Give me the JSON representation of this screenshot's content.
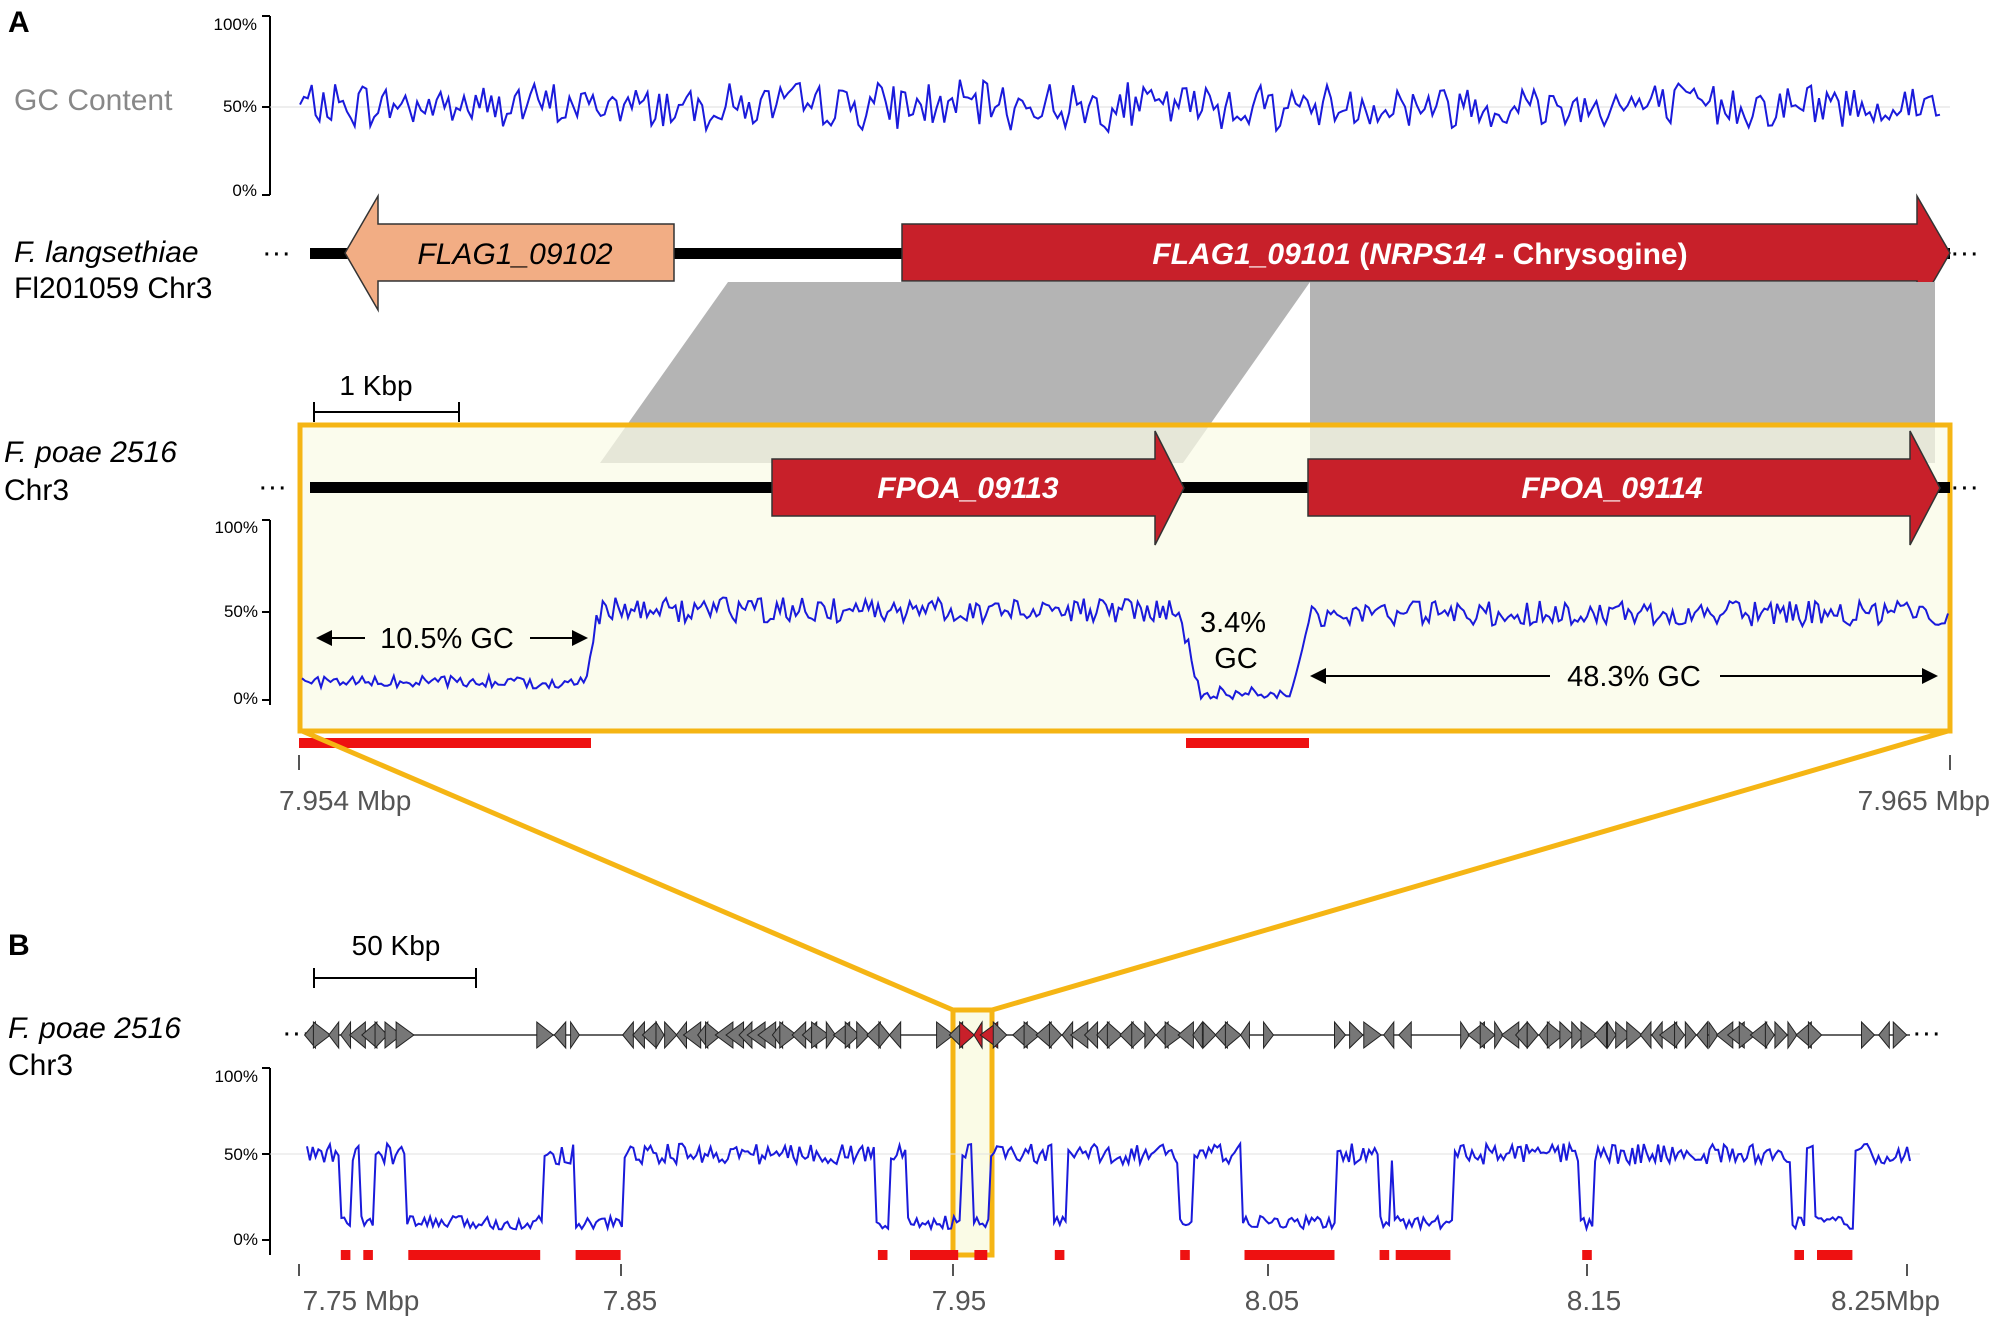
{
  "panels": {
    "a": "A",
    "b": "B"
  },
  "gc_content_label": "GC Content",
  "gc_axis_ticks": [
    "100%",
    "50%",
    "0%"
  ],
  "langsethiae": {
    "species": "F. langsethiae",
    "strain": "Fl201059 Chr3",
    "genes": {
      "flag1_09102": "FLAG1_09102",
      "flag1_09101": "FLAG1_09101",
      "open": " (",
      "nrps": "NRPS14",
      "suffix": " - Chrysogine)"
    }
  },
  "poae_a": {
    "species": "F. poae 2516",
    "strain": "Chr3",
    "genes": {
      "fpoa_09113": "FPOA_09113",
      "fpoa_09114": "FPOA_09114"
    },
    "scale_label": "1 Kbp",
    "annotations": {
      "left": "10.5% GC",
      "middle_line1": "3.4%",
      "middle_line2": "GC",
      "right": "48.3% GC"
    },
    "axis": {
      "start": "7.954 Mbp",
      "end": "7.965 Mbp"
    }
  },
  "poae_b": {
    "species": "F. poae 2516",
    "strain": "Chr3",
    "scale_label": "50 Kbp",
    "axis_ticks": [
      "7.75 Mbp",
      "7.85",
      "7.95",
      "8.05",
      "8.15",
      "8.25Mbp"
    ]
  },
  "colors": {
    "gc_line": "#1a1adb",
    "nrps_gene": "#c8202a",
    "flag_gene": "#f2ad84",
    "synteny": "#b4b4b4",
    "highlight_box": "#f5b514",
    "highlight_fill": "#fafbe6",
    "low_gc_bar": "#ee1111",
    "small_gene": "#777777"
  },
  "chart_data": [
    {
      "type": "line",
      "panel": "A-top",
      "ylabel": "GC Content",
      "ylim": [
        0,
        100
      ],
      "note": "GC fluctuates around 50% across whole window"
    },
    {
      "type": "line",
      "panel": "A-bottom",
      "ylim": [
        0,
        100
      ],
      "xlim": [
        7.954,
        7.965
      ],
      "x_units": "Mbp",
      "regions": [
        {
          "label": "10.5% GC",
          "x_start": 7.954,
          "x_end": 7.956,
          "gc": 10.5
        },
        {
          "label": "3.4% GC",
          "x_start": 7.9599,
          "x_end": 7.9607,
          "gc": 3.4
        },
        {
          "label": "48.3% GC",
          "x_start": 7.9608,
          "x_end": 7.965,
          "gc": 48.3
        }
      ]
    },
    {
      "type": "line",
      "panel": "B",
      "ylim": [
        0,
        100
      ],
      "xlim": [
        7.75,
        8.25
      ],
      "x_units": "Mbp",
      "low_gc_regions_mbp": [
        [
          7.763,
          7.766
        ],
        [
          7.77,
          7.773
        ],
        [
          7.784,
          7.825
        ],
        [
          7.836,
          7.85
        ],
        [
          7.93,
          7.933
        ],
        [
          7.94,
          7.955
        ],
        [
          7.96,
          7.964
        ],
        [
          7.985,
          7.988
        ],
        [
          8.024,
          8.027
        ],
        [
          8.044,
          8.072
        ],
        [
          8.086,
          8.089
        ],
        [
          8.091,
          8.108
        ],
        [
          8.149,
          8.152
        ],
        [
          8.215,
          8.218
        ],
        [
          8.222,
          8.233
        ]
      ]
    }
  ]
}
